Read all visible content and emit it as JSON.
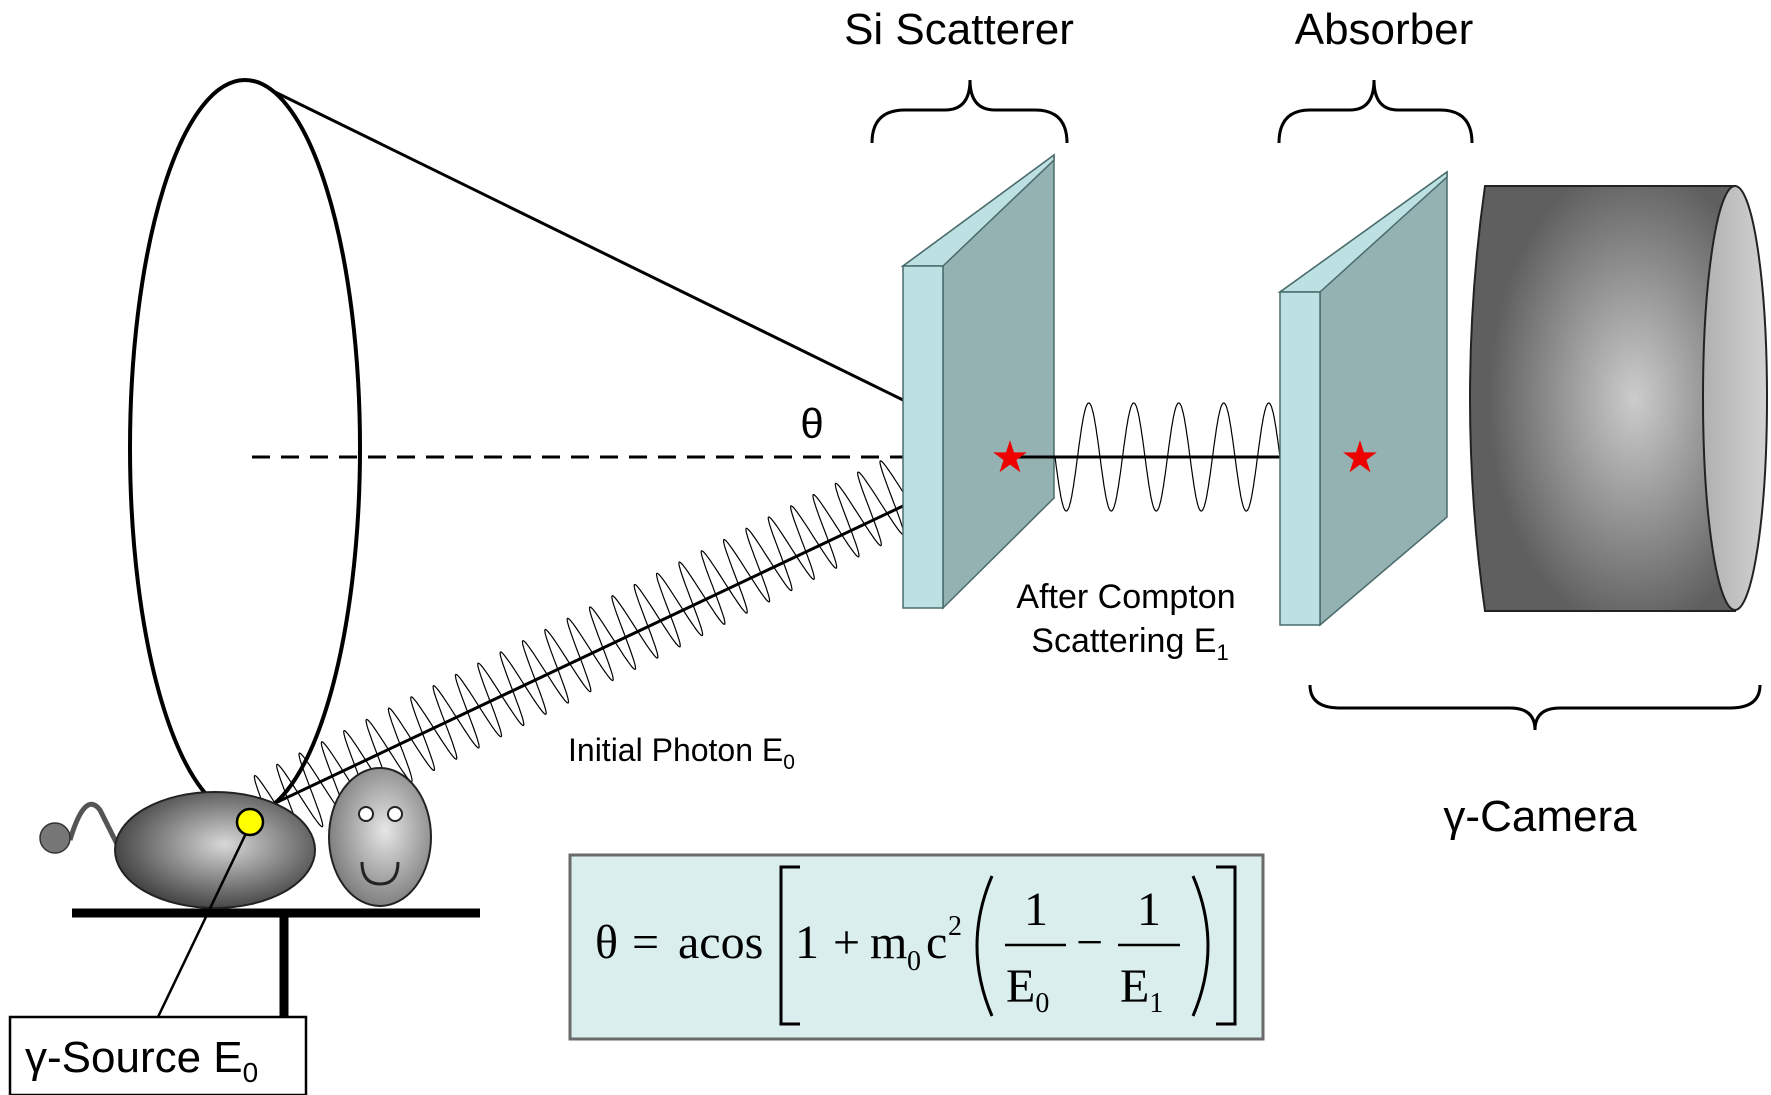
{
  "labels": {
    "scatterer": "Si Scatterer",
    "absorber": "Absorber",
    "camera": "γ-Camera",
    "theta": "θ",
    "after_line1": "After Compton",
    "after_line2_main": "Scattering E",
    "after_line2_sub": "1",
    "initial_main": "Initial Photon E",
    "initial_sub": "0",
    "source_main": "γ-Source E",
    "source_sub": "0"
  },
  "formula": {
    "theta": "θ",
    "equals": "=",
    "acos": "acos",
    "one": "1",
    "plus": "+",
    "m": "m",
    "m_sub": "0",
    "c": "c",
    "c_sup": "2",
    "minus": "−",
    "num1": "1",
    "den1_main": "E",
    "den1_sub": "0",
    "num2": "1",
    "den2_main": "E",
    "den2_sub": "1"
  },
  "colors": {
    "detector_front": "#bde0e3",
    "detector_face": "#95b2b2",
    "formula_box_fill": "#daeeed",
    "formula_box_stroke": "#6a6a6a",
    "interaction_star": "#ee0000",
    "source_dot": "#ffff00"
  }
}
